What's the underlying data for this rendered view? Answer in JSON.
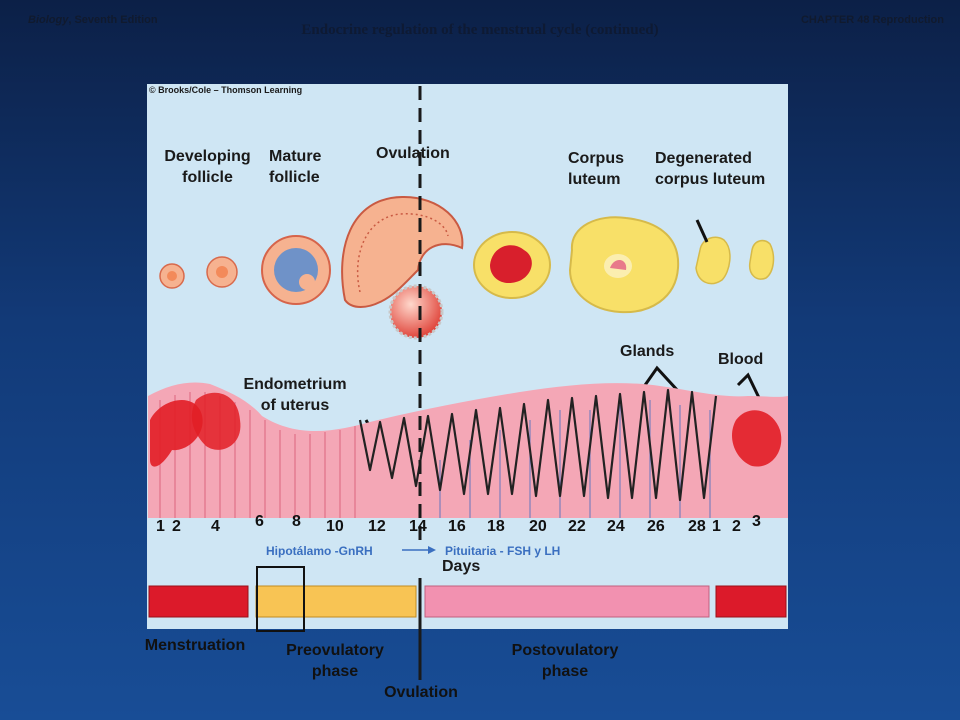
{
  "header": {
    "book_title": "Biology",
    "book_edition": ", Seventh Edition",
    "chapter": "CHAPTER 48 Reproduction",
    "slide_title": "Endocrine regulation of the menstrual cycle (continued)"
  },
  "figure": {
    "copyright": "© Brooks/Cole – Thomson Learning",
    "labels": {
      "developing_follicle": "Developing follicle",
      "mature_follicle": "Mature follicle",
      "ovulation_top": "Ovulation",
      "corpus_luteum": "Corpus luteum",
      "degenerated_corpus_luteum": "Degenerated corpus luteum",
      "glands": "Glands",
      "blood": "Blood",
      "endometrium": "Endometrium of uterus",
      "days_axis": "Days",
      "hormone_left": "Hipotálamo -GnRH",
      "hormone_right": "Pituitaria - FSH y LH"
    },
    "day_ticks": [
      "1",
      "2",
      "4",
      "6",
      "8",
      "10",
      "12",
      "14",
      "16",
      "18",
      "20",
      "22",
      "24",
      "26",
      "28",
      "1",
      "2",
      "3"
    ],
    "phases": {
      "menstruation": "Menstruation",
      "preovulatory": "Preovulatory phase",
      "postovulatory": "Postovulatory phase",
      "ovulation_bottom": "Ovulation"
    },
    "colors": {
      "menstruation_bar": "#dc1a2a",
      "preovulatory_bar": "#f8c454",
      "postovulatory_bar": "#f291b0",
      "tissue": "#f4a7b6",
      "blood": "#e21e26",
      "follicle": "#f6b290",
      "corpus_luteum": "#f8e068"
    }
  }
}
